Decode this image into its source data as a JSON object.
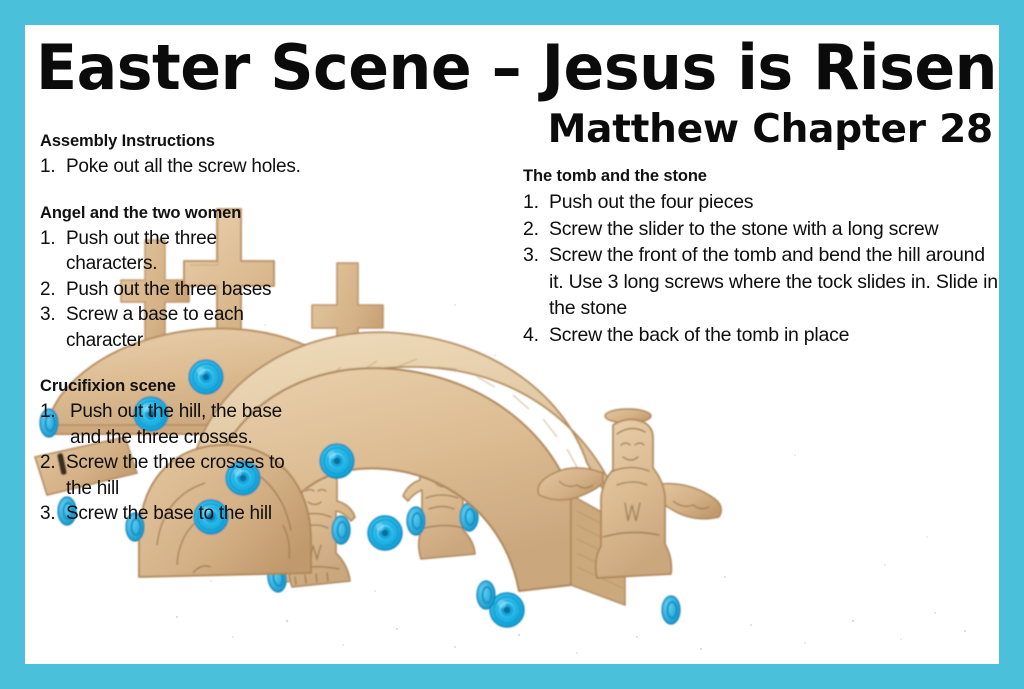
{
  "poster": {
    "title": "Easter Scene – Jesus is Risen",
    "subtitle": "Matthew Chapter 28",
    "border_color": "#4BC0DA",
    "background_color": "#FFFFFF",
    "text_color": "#111111"
  },
  "left_column": {
    "sections": [
      {
        "heading": "Assembly Instructions",
        "steps": [
          {
            "num": "1.",
            "text": "Poke out all the screw holes."
          }
        ]
      },
      {
        "heading": "Angel and the two women",
        "steps": [
          {
            "num": "1.",
            "text": "Push out the three characters."
          },
          {
            "num": "2.",
            "text": "Push out the three bases"
          },
          {
            "num": "3.",
            "text": "Screw a base to each character"
          }
        ]
      },
      {
        "heading": "Crucifixion scene",
        "steps": [
          {
            "num": "1.",
            "text": "Push out the hill, the base and the three crosses."
          },
          {
            "num": "2.",
            "text": "Screw the three crosses to the hill"
          },
          {
            "num": "3.",
            "text": "Screw the base to the hill"
          }
        ]
      }
    ]
  },
  "right_column": {
    "sections": [
      {
        "heading": "The tomb and the stone",
        "steps": [
          {
            "num": "1.",
            "text": "Push out the four pieces"
          },
          {
            "num": "2.",
            "text": "Screw the slider to the stone with a long screw"
          },
          {
            "num": "3.",
            "text": "Screw the front of the tomb and bend the hill around it. Use 3 long screws where the tock slides in. Slide in the stone"
          },
          {
            "num": "4.",
            "text": "Screw the back of the tomb in place"
          }
        ]
      }
    ]
  },
  "photos": {
    "cardboard_color": "#DCBB91",
    "cardboard_shadow": "#C6A274",
    "cardboard_light": "#E8CFAC",
    "screw_blue": "#29B6E8",
    "screw_blue_dark": "#1296CE",
    "screw_blue_light": "#5FD4F4",
    "ink_outline": "#9A7A52",
    "items": [
      {
        "name": "crucifixion-hill-with-three-crosses",
        "caption": "Cardboard hill with three crosses and blue screws"
      },
      {
        "name": "woman-character-left",
        "caption": "Cardboard woman figure on a base"
      },
      {
        "name": "woman-character-right",
        "caption": "Second cardboard woman figure on a base"
      },
      {
        "name": "tomb-assembly",
        "caption": "Arched cardboard tomb with rolling stone and slider"
      },
      {
        "name": "angel-character",
        "caption": "Cardboard angel figure with wings and halo"
      }
    ]
  }
}
